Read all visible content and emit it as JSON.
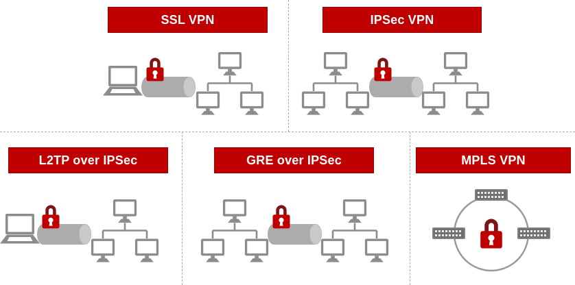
{
  "colors": {
    "banner": "#C00000",
    "banner_border": "#9A0000",
    "icon_gray": "#8C8C8C",
    "lock_red": "#C00000",
    "divider": "#AAAAAA"
  },
  "panels": [
    {
      "id": "ssl-vpn",
      "label": "SSL VPN",
      "icons": [
        "laptop-icon",
        "lock-icon",
        "tunnel-icon",
        "lan-tree-icon"
      ]
    },
    {
      "id": "ipsec-vpn",
      "label": "IPSec VPN",
      "icons": [
        "lan-tree-icon",
        "lock-icon",
        "tunnel-icon",
        "lan-tree-icon"
      ]
    },
    {
      "id": "l2tp-over-ipsec",
      "label": "L2TP over IPSec",
      "icons": [
        "laptop-icon",
        "lock-icon",
        "tunnel-icon",
        "lan-tree-icon"
      ]
    },
    {
      "id": "gre-over-ipsec",
      "label": "GRE over IPSec",
      "icons": [
        "lan-tree-icon",
        "lock-icon",
        "tunnel-icon",
        "lan-tree-icon"
      ]
    },
    {
      "id": "mpls-vpn",
      "label": "MPLS VPN",
      "icons": [
        "switch-icon",
        "switch-icon",
        "switch-icon",
        "lock-icon",
        "ring-circle"
      ]
    }
  ]
}
